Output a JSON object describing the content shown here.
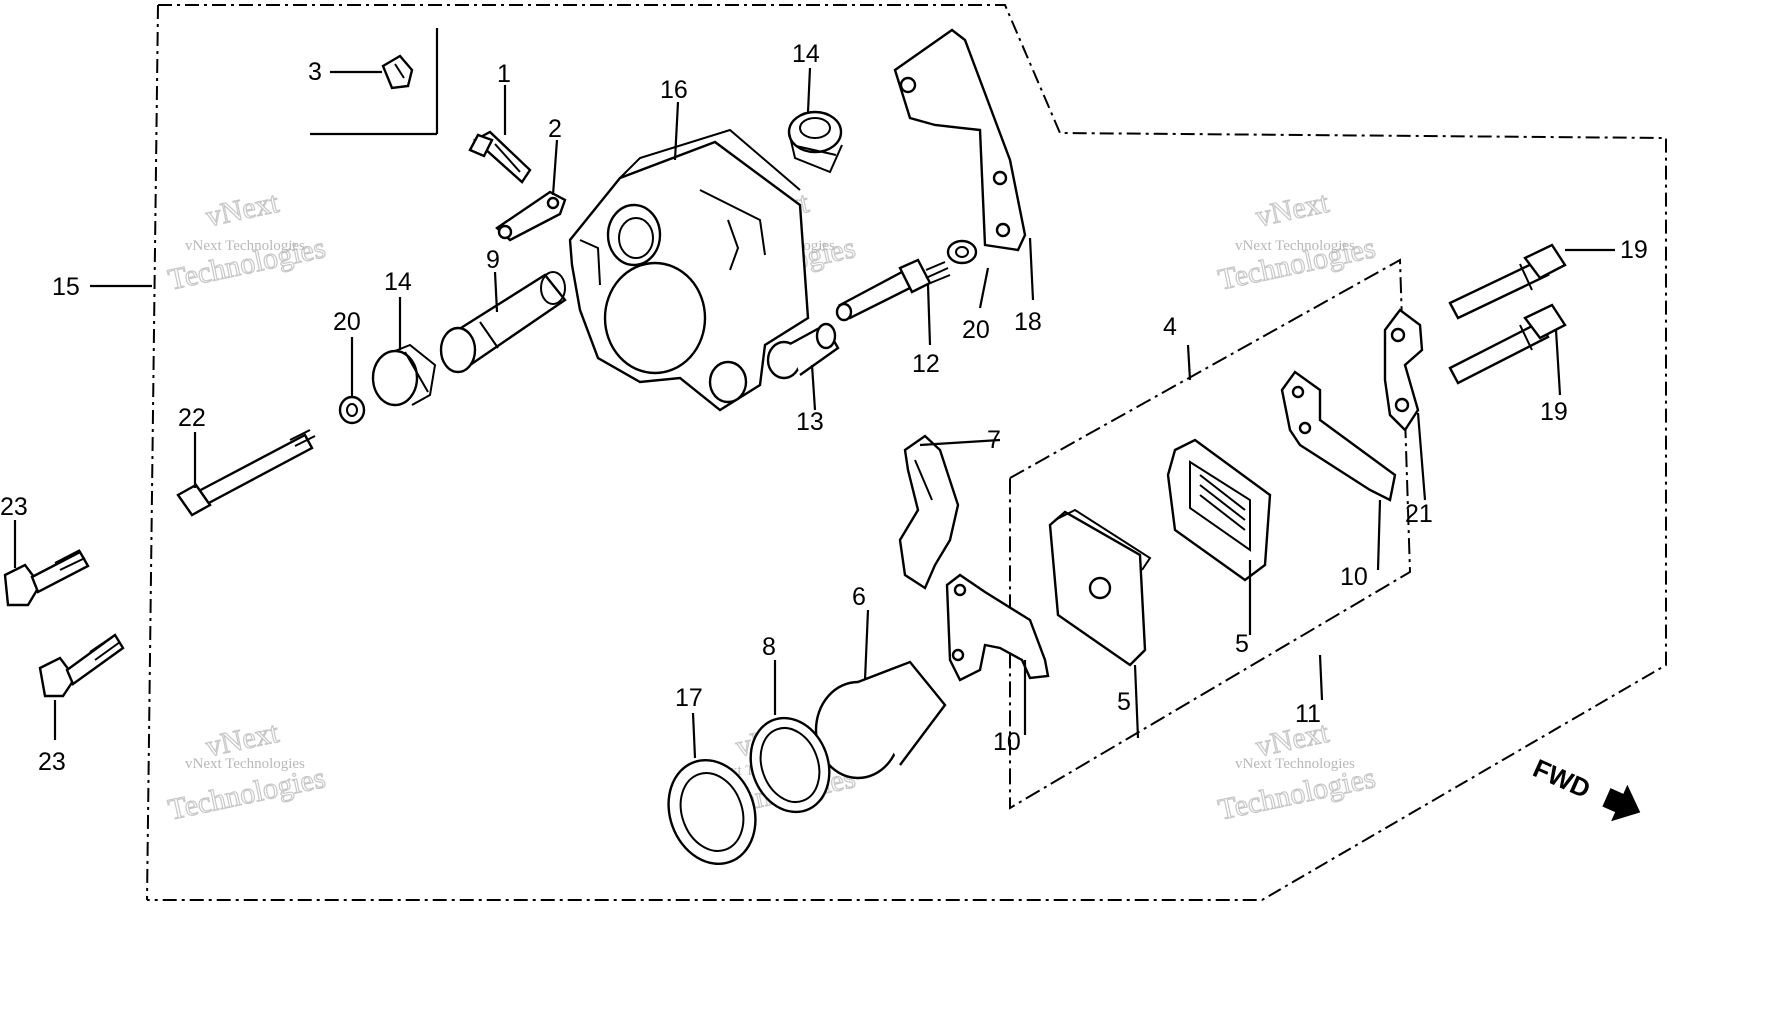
{
  "callouts": [
    {
      "id": "c1",
      "text": "1"
    },
    {
      "id": "c2",
      "text": "2"
    },
    {
      "id": "c3",
      "text": "3"
    },
    {
      "id": "c4",
      "text": "4"
    },
    {
      "id": "c5a",
      "text": "5"
    },
    {
      "id": "c5b",
      "text": "5"
    },
    {
      "id": "c6",
      "text": "6"
    },
    {
      "id": "c7",
      "text": "7"
    },
    {
      "id": "c8",
      "text": "8"
    },
    {
      "id": "c9",
      "text": "9"
    },
    {
      "id": "c10a",
      "text": "10"
    },
    {
      "id": "c10b",
      "text": "10"
    },
    {
      "id": "c11",
      "text": "11"
    },
    {
      "id": "c12",
      "text": "12"
    },
    {
      "id": "c13",
      "text": "13"
    },
    {
      "id": "c14a",
      "text": "14"
    },
    {
      "id": "c14b",
      "text": "14"
    },
    {
      "id": "c15",
      "text": "15"
    },
    {
      "id": "c16",
      "text": "16"
    },
    {
      "id": "c17",
      "text": "17"
    },
    {
      "id": "c18",
      "text": "18"
    },
    {
      "id": "c19a",
      "text": "19"
    },
    {
      "id": "c19b",
      "text": "19"
    },
    {
      "id": "c20a",
      "text": "20"
    },
    {
      "id": "c20b",
      "text": "20"
    },
    {
      "id": "c21",
      "text": "21"
    },
    {
      "id": "c22",
      "text": "22"
    },
    {
      "id": "c23a",
      "text": "23"
    },
    {
      "id": "c23b",
      "text": "23"
    }
  ],
  "watermark": {
    "brand_top": "vNext",
    "company": "vNext Technologies",
    "brand_bottom": "Technologies"
  },
  "direction_label": "FWD"
}
